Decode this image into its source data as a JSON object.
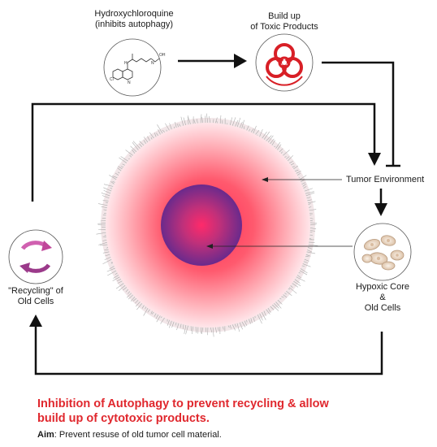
{
  "labels": {
    "hcq_line1": "Hydroxychloroquine",
    "hcq_line2": "(inhibits autophagy)",
    "toxic_line1": "Build up",
    "toxic_line2": "of Toxic Products",
    "tumor_env": "Tumor Environment",
    "hypoxic_line1": "Hypoxic Core",
    "hypoxic_line2": "&",
    "hypoxic_line3": "Old Cells",
    "recycling_line1": "\"Recycling\" of",
    "recycling_line2": "Old Cells"
  },
  "caption": {
    "line1": "Inhibition of Autophagy to prevent recycling & allow",
    "line2": "build up of cytotoxic products."
  },
  "aim": {
    "label": "Aim",
    "text": ": Prevent resuse of old tumor cell material."
  },
  "icons": {
    "hcq": "chemical-structure-icon",
    "toxic": "biohazard-icon",
    "cells": "cells-icon",
    "recycle": "recycle-arrows-icon"
  },
  "colors": {
    "caption": "#e0282e",
    "tumor_outer": "#ff5a6e",
    "core": "#7a2a8c",
    "biohazard": "#d81f26",
    "recycle": "#c0479a"
  }
}
